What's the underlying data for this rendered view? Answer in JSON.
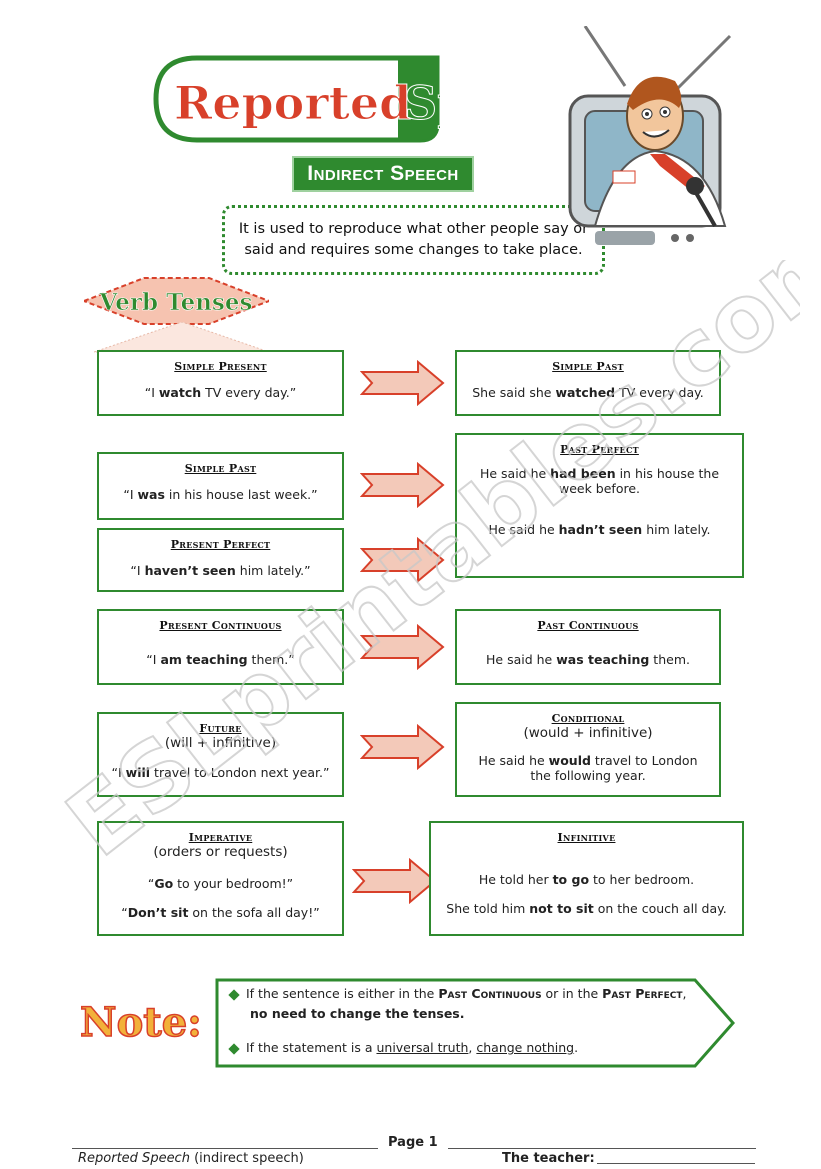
{
  "header": {
    "title_part1": "Reported",
    "title_part2": "Speech",
    "subtitle": "Indirect Speech",
    "definition": "It is used to reproduce what other people say or said and requires some changes to take place."
  },
  "section_label": "Verb Tenses",
  "tenses": [
    {
      "from_title": "Simple Present",
      "from_pre": "“I ",
      "from_bold": "watch",
      "from_post": " TV every day.”",
      "to_title": "Simple Past",
      "to_pre": "She said she ",
      "to_bold": "watched",
      "to_post": " TV every day."
    },
    {
      "from_title": "Simple Past",
      "from_pre": "“I ",
      "from_bold": "was",
      "from_post": " in his house last week.”",
      "to_title": "Past Perfect",
      "to_pre": "He said he ",
      "to_bold": "had been",
      "to_post": " in his house the week before."
    },
    {
      "from_title": "Present Perfect",
      "from_pre": "“I ",
      "from_bold": "haven’t seen",
      "from_post": " him lately.”",
      "to_pre": "He said he ",
      "to_bold": "hadn’t seen",
      "to_post": " him lately."
    },
    {
      "from_title": "Present Continuous",
      "from_pre": "“I ",
      "from_bold": "am teaching",
      "from_post": " them.”",
      "to_title": "Past Continuous",
      "to_pre": "He said he ",
      "to_bold": "was teaching",
      "to_post": " them."
    },
    {
      "from_title": "Future",
      "from_sub": "(will + infinitive)",
      "from_pre": "“I ",
      "from_bold": "will",
      "from_post": " travel to London next year.”",
      "to_title": "Conditional",
      "to_sub": "(would + infinitive)",
      "to_pre": "He said he ",
      "to_bold": "would",
      "to_post": " travel to London the following year."
    },
    {
      "from_title": "Imperative",
      "from_sub": "(orders or requests)",
      "from_pre": "“",
      "from_bold": "Go",
      "from_post": " to your bedroom!”",
      "from2_pre": "“",
      "from2_bold": "Don’t sit",
      "from2_post": " on the sofa all day!”",
      "to_title": "Infinitive",
      "to_pre": "He told her ",
      "to_bold": "to go",
      "to_post": " to her bedroom.",
      "to2_pre": "She told him ",
      "to2_bold": "not to sit",
      "to2_post": " on the couch all day."
    }
  ],
  "note": {
    "label": "Note:",
    "line1_pre": "If the sentence is either in the ",
    "line1_b1": "Past Continuous",
    "line1_mid": " or in the ",
    "line1_b2": "Past Perfect",
    "line1_post": ",",
    "line1_cont": "no need to change the tenses.",
    "line2_pre": "If the statement is a ",
    "line2_u1": "universal truth",
    "line2_mid": ", ",
    "line2_u2": "change nothing",
    "line2_post": "."
  },
  "footer": {
    "left_italic": "Reported Speech",
    "left_normal": " (indirect speech)",
    "page": "Page 1",
    "teacher": "The teacher:"
  },
  "watermark": "ESLprintables.com",
  "colors": {
    "green": "#2f8a2f",
    "red": "#d8402a",
    "arrow_fill": "#f3c9b9"
  }
}
